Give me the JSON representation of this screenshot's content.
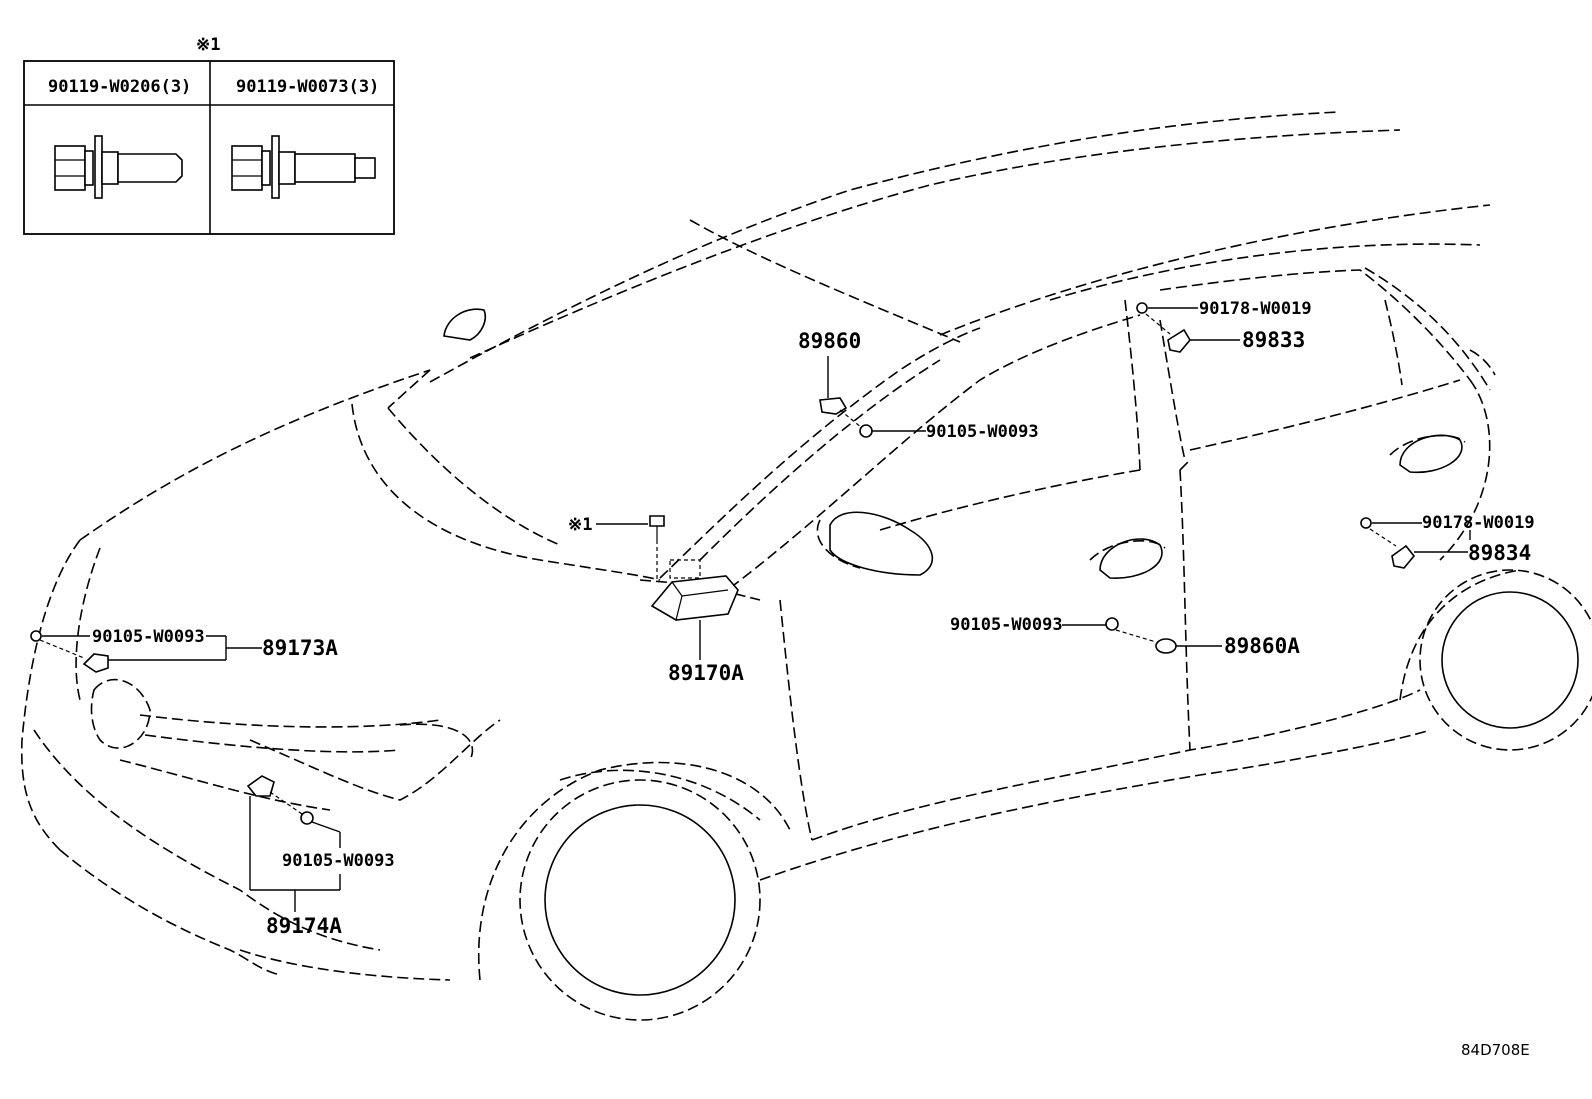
{
  "inset": {
    "marker": "※1",
    "headers": [
      "90119-W0206(3)",
      "90119-W0073(3)"
    ]
  },
  "labels": {
    "p89860_top": "89860",
    "p90105_sensor_top": "90105-W0093",
    "p90178_upper": "90178-W0019",
    "p89833": "89833",
    "marker_mid": "※1",
    "p89170A": "89170A",
    "p90178_right": "90178-W0019",
    "p89834": "89834",
    "p90105_door": "90105-W0093",
    "p89860A": "89860A",
    "p90105_front": "90105-W0093",
    "p89173A": "89173A",
    "p90105_bumper": "90105-W0093",
    "p89174A": "89174A"
  },
  "diagram_ref": "84D708E"
}
